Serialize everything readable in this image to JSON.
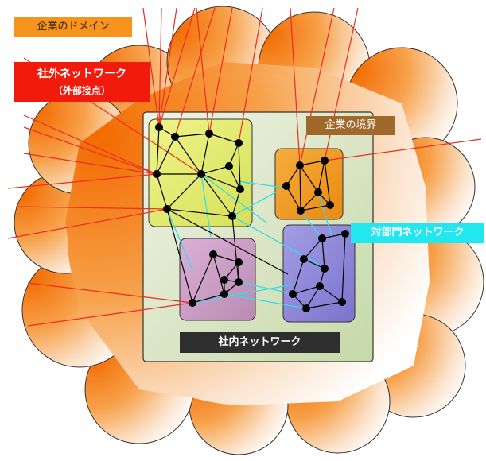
{
  "labels": {
    "domain": "企業のドメイン",
    "external_line1": "社外ネットワーク",
    "external_line2": "（外部接点）",
    "boundary": "企業の境界",
    "department": "対部門ネットワーク",
    "internal": "社内ネットワーク"
  },
  "colors": {
    "cloud_gradient_start": "#f57c00",
    "cloud_gradient_end": "#ffffff",
    "external_red": "#ee2b1f",
    "department_cyan": "#33dde8",
    "node_black": "#000000",
    "group_yellow": "#e6ec6e",
    "group_orange": "#ef9a1f",
    "group_purple": "#c79ac0",
    "group_violet": "#8a82d6"
  }
}
